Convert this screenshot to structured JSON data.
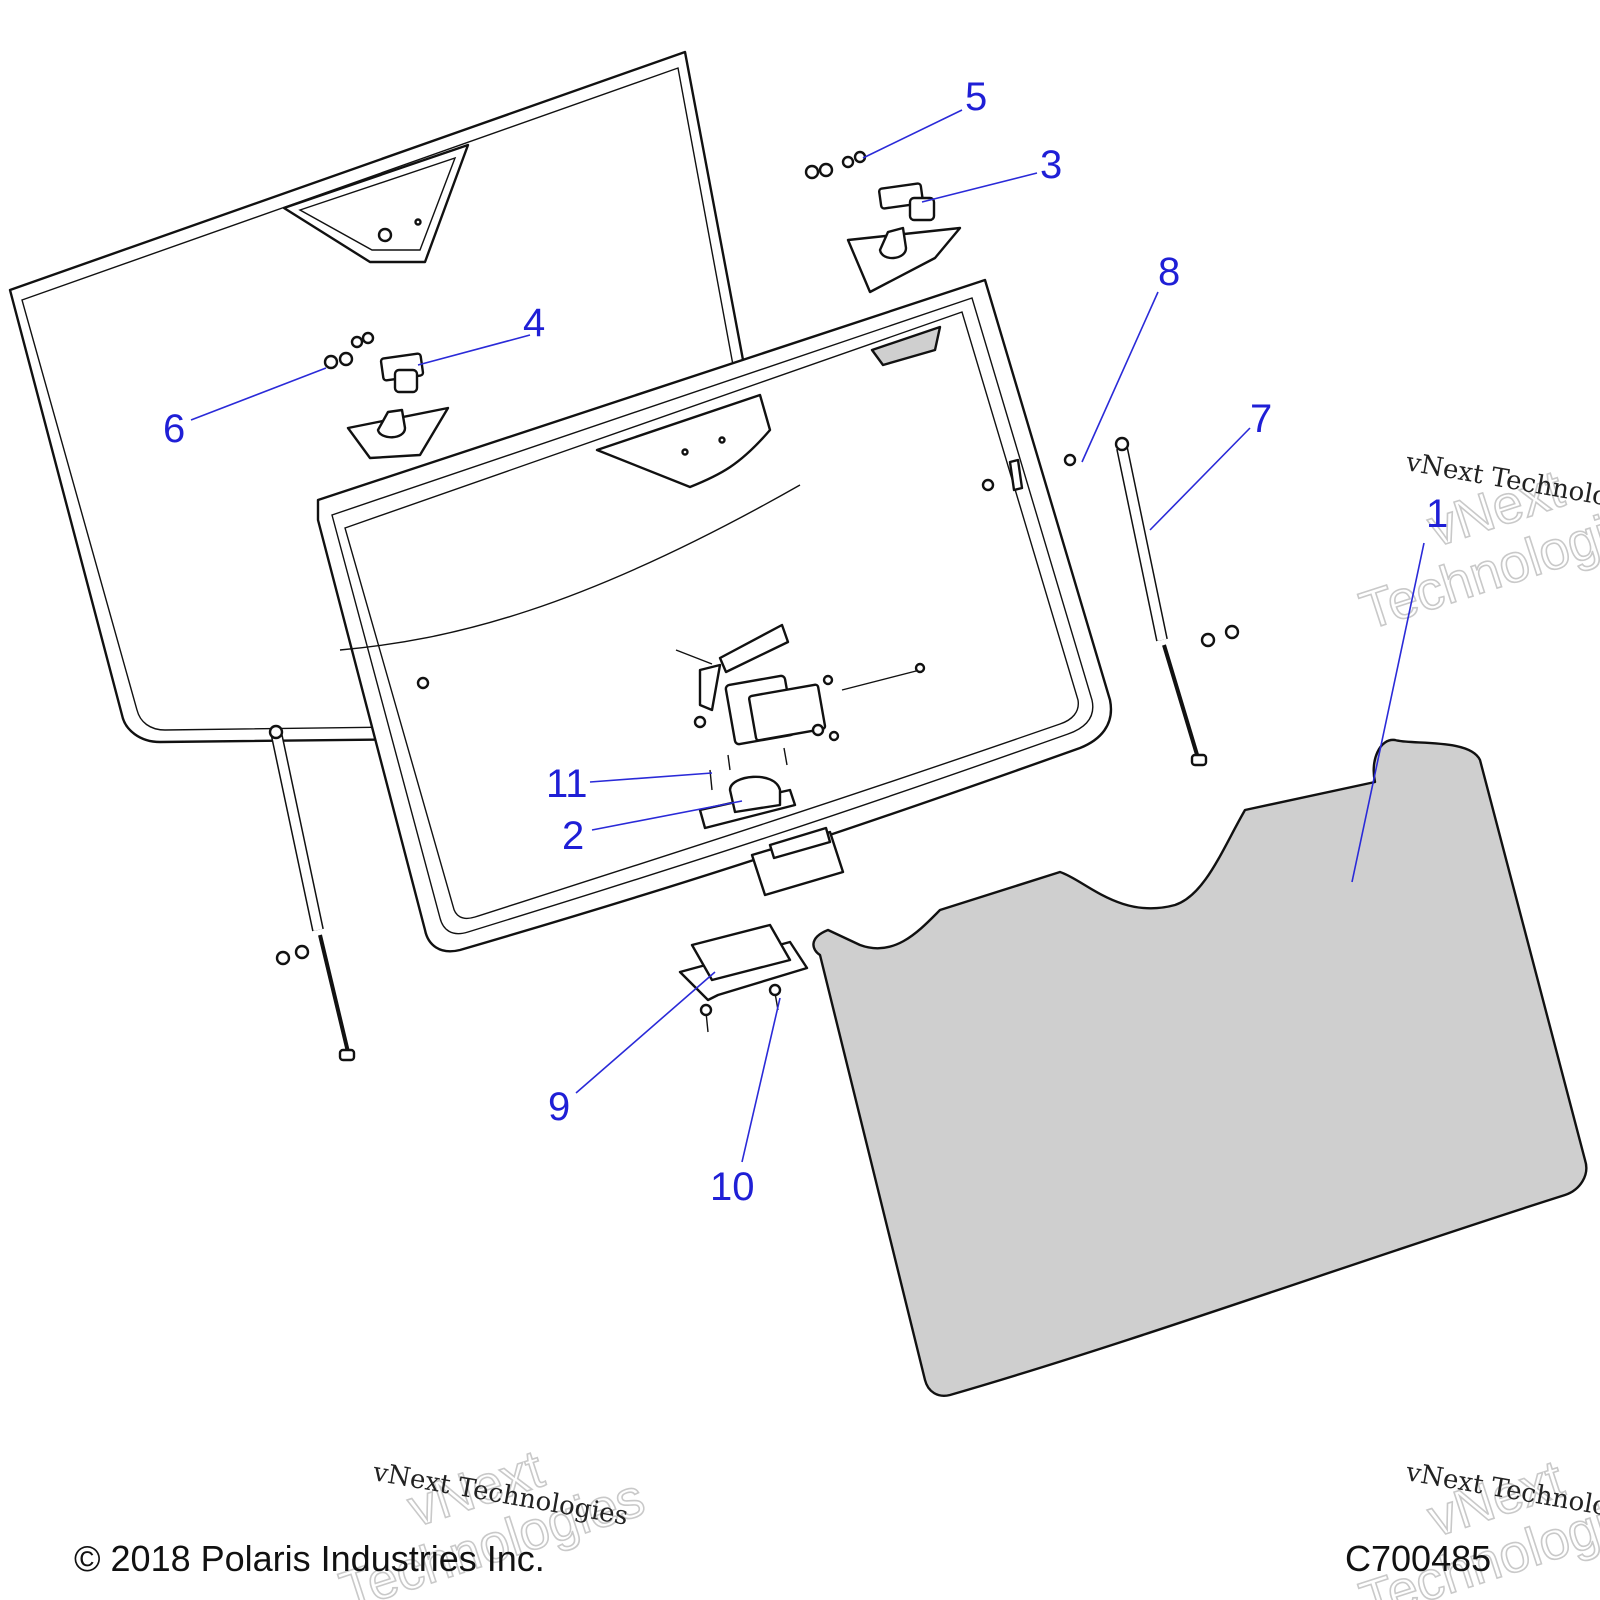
{
  "callouts": [
    {
      "label": "1"
    },
    {
      "label": "2"
    },
    {
      "label": "3"
    },
    {
      "label": "4"
    },
    {
      "label": "5"
    },
    {
      "label": "6"
    },
    {
      "label": "7"
    },
    {
      "label": "8"
    },
    {
      "label": "9"
    },
    {
      "label": "10"
    },
    {
      "label": "11"
    }
  ],
  "watermark": {
    "text": "vNext Technologies",
    "word1": "vNext",
    "word2": "Technologies"
  },
  "footer": {
    "copyright": "© 2018 Polaris Industries Inc.",
    "diagram_id": "C700485"
  },
  "colors": {
    "callout": "#1f1fd6",
    "line": "#111111",
    "glass_fill": "#cfcfcf"
  }
}
